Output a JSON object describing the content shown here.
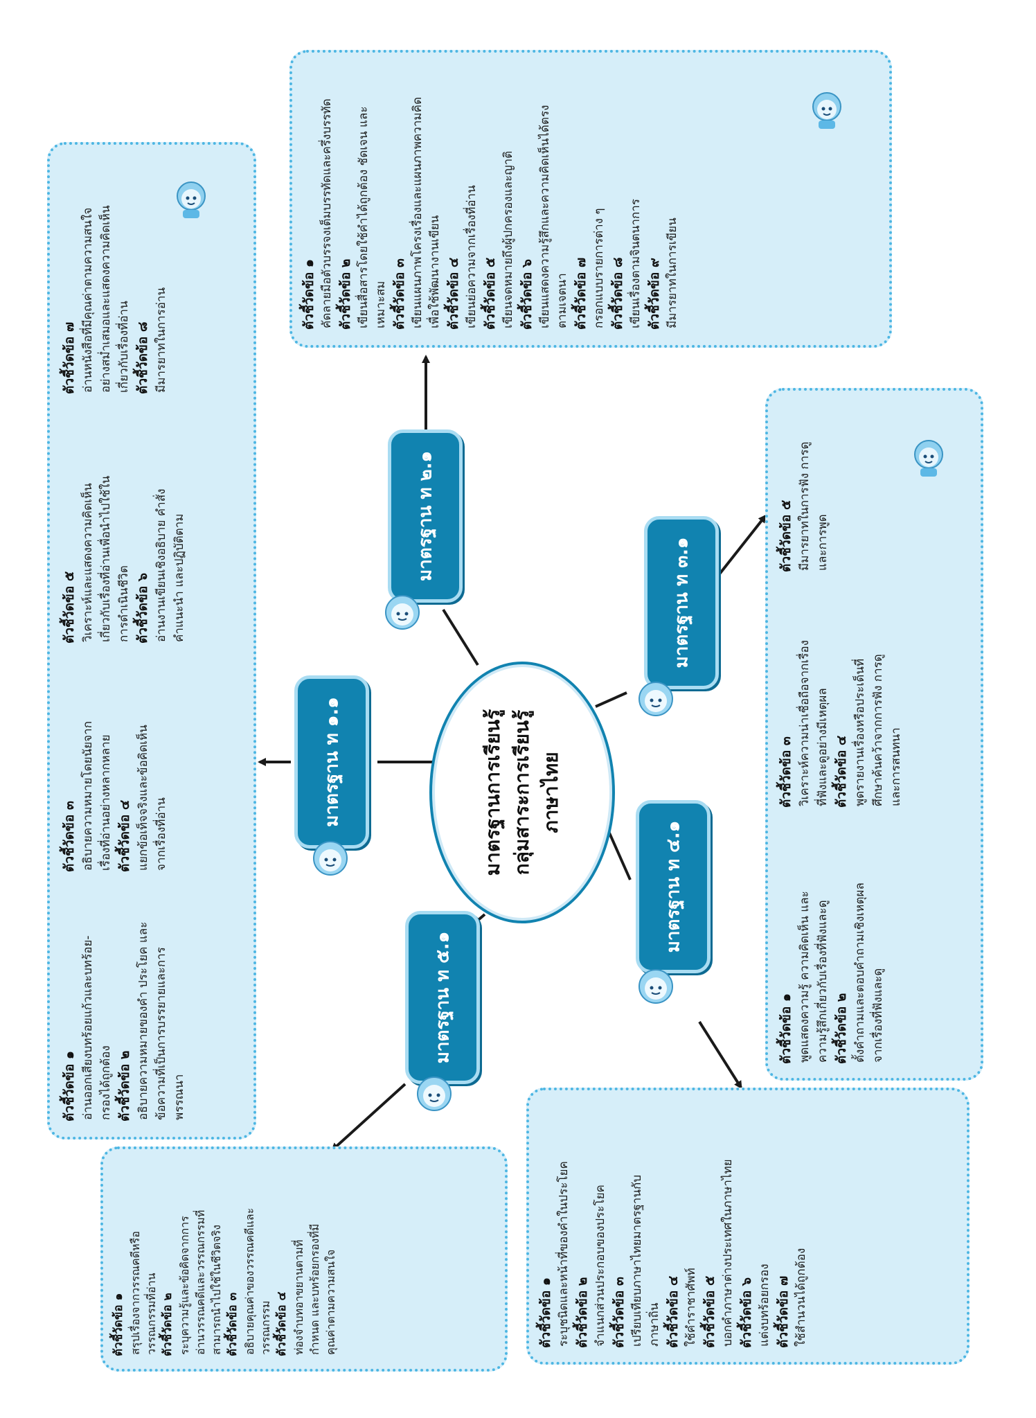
{
  "center": {
    "line1": "มาตรฐานการเรียนรู้",
    "line2": "กลุ่มสาระการเรียนรู้",
    "line3": "ภาษาไทย"
  },
  "standards": {
    "s11": "มาตรฐาน ท ๑.๑",
    "s21": "มาตรฐาน ท ๒.๑",
    "s31": "มาตรฐาน ท ๓.๑",
    "s41": "มาตรฐาน ท ๔.๑",
    "s51": "มาตรฐาน ท ๕.๑"
  },
  "box_s11": [
    {
      "label": "ตัวชี้วัดข้อ ๑",
      "text": [
        "อ่านออกเสียงบทร้อยแก้วและบทร้อย-",
        "กรองได้ถูกต้อง"
      ]
    },
    {
      "label": "ตัวชี้วัดข้อ ๒",
      "text": [
        "อธิบายความหมายของคำ ประโยค และ",
        "ข้อความที่เป็นการบรรยายและการ",
        "พรรณนา"
      ]
    },
    {
      "label": "ตัวชี้วัดข้อ ๓",
      "text": [
        "อธิบายความหมายโดยนัยจาก",
        "เรื่องที่อ่านอย่างหลากหลาย"
      ]
    },
    {
      "label": "ตัวชี้วัดข้อ ๔",
      "text": [
        "แยกข้อเท็จจริงและข้อคิดเห็น",
        "จากเรื่องที่อ่าน"
      ]
    },
    {
      "label": "ตัวชี้วัดข้อ ๕",
      "text": [
        "วิเคราะห์และแสดงความคิดเห็น",
        "เกี่ยวกับเรื่องที่อ่านเพื่อนำไปใช้ใน",
        "การดำเนินชีวิต"
      ]
    },
    {
      "label": "ตัวชี้วัดข้อ ๖",
      "text": [
        "อ่านงานเขียนเชิงอธิบาย คำสั่ง",
        "คำแนะนำ และปฏิบัติตาม"
      ]
    },
    {
      "label": "ตัวชี้วัดข้อ ๗",
      "text": [
        "อ่านหนังสือที่มีคุณค่าตามความสนใจ",
        "อย่างสม่ำเสมอและแสดงความคิดเห็น",
        "เกี่ยวกับเรื่องที่อ่าน"
      ]
    },
    {
      "label": "ตัวชี้วัดข้อ ๘",
      "text": [
        "มีมารยาทในการอ่าน"
      ]
    }
  ],
  "box_s21": [
    {
      "label": "ตัวชี้วัดข้อ ๑",
      "text": [
        "คัดลายมือตัวบรรจงเต็มบรรทัดและครึ่งบรรทัด"
      ]
    },
    {
      "label": "ตัวชี้วัดข้อ ๒",
      "text": [
        "เขียนสื่อสารโดยใช้คำได้ถูกต้อง ชัดเจน และ",
        "เหมาะสม"
      ]
    },
    {
      "label": "ตัวชี้วัดข้อ ๓",
      "text": [
        "เขียนแผนภาพโครงเรื่องและแผนภาพความคิด",
        "เพื่อใช้พัฒนางานเขียน"
      ]
    },
    {
      "label": "ตัวชี้วัดข้อ ๔",
      "text": [
        "เขียนย่อความจากเรื่องที่อ่าน"
      ]
    },
    {
      "label": "ตัวชี้วัดข้อ ๕",
      "text": [
        "เขียนจดหมายถึงผู้ปกครองและญาติ"
      ]
    },
    {
      "label": "ตัวชี้วัดข้อ ๖",
      "text": [
        "เขียนแสดงความรู้สึกและความคิดเห็นได้ตรง",
        "ตามเจตนา"
      ]
    },
    {
      "label": "ตัวชี้วัดข้อ ๗",
      "text": [
        "กรอกแบบรายการต่าง ๆ"
      ]
    },
    {
      "label": "ตัวชี้วัดข้อ ๘",
      "text": [
        "เขียนเรื่องตามจินตนาการ"
      ]
    },
    {
      "label": "ตัวชี้วัดข้อ ๙",
      "text": [
        "มีมารยาทในการเขียน"
      ]
    }
  ],
  "box_s31": [
    {
      "label": "ตัวชี้วัดข้อ ๑",
      "text": [
        "พูดแสดงความรู้ ความคิดเห็น และ",
        "ความรู้สึกเกี่ยวกับเรื่องที่ฟังและดู"
      ]
    },
    {
      "label": "ตัวชี้วัดข้อ ๒",
      "text": [
        "ตั้งคำถามและตอบคำถามเชิงเหตุผล",
        "จากเรื่องที่ฟังและดู"
      ]
    },
    {
      "label": "ตัวชี้วัดข้อ ๓",
      "text": [
        "วิเคราะห์ความน่าเชื่อถือจากเรื่อง",
        "ที่ฟังและดูอย่างมีเหตุผล"
      ]
    },
    {
      "label": "ตัวชี้วัดข้อ ๔",
      "text": [
        "พูดรายงานเรื่องหรือประเด็นที่",
        "ศึกษาค้นคว้าจากการฟัง การดู",
        "และการสนทนา"
      ]
    },
    {
      "label": "ตัวชี้วัดข้อ ๕",
      "text": [
        "มีมารยาทในการฟัง การดู",
        "และการพูด"
      ]
    }
  ],
  "box_s41": [
    {
      "label": "ตัวชี้วัดข้อ ๑",
      "text": [
        "ระบุชนิดและหน้าที่ของคำในประโยค"
      ]
    },
    {
      "label": "ตัวชี้วัดข้อ ๒",
      "text": [
        "จำแนกส่วนประกอบของประโยค"
      ]
    },
    {
      "label": "ตัวชี้วัดข้อ ๓",
      "text": [
        "เปรียบเทียบภาษาไทยมาตรฐานกับ",
        "ภาษาถิ่น"
      ]
    },
    {
      "label": "ตัวชี้วัดข้อ ๔",
      "text": [
        "ใช้คำราชาศัพท์"
      ]
    },
    {
      "label": "ตัวชี้วัดข้อ ๕",
      "text": [
        "บอกคำภาษาต่างประเทศในภาษาไทย"
      ]
    },
    {
      "label": "ตัวชี้วัดข้อ ๖",
      "text": [
        "แต่งบทร้อยกรอง"
      ]
    },
    {
      "label": "ตัวชี้วัดข้อ ๗",
      "text": [
        "ใช้สำนวนได้ถูกต้อง"
      ]
    }
  ],
  "box_s51": [
    {
      "label": "ตัวชี้วัดข้อ ๑",
      "text": [
        "สรุปเรื่องจากวรรณคดีหรือ",
        "วรรณกรรมที่อ่าน"
      ]
    },
    {
      "label": "ตัวชี้วัดข้อ ๒",
      "text": [
        "ระบุความรู้และข้อคิดจากการ",
        "อ่านวรรณคดีและวรรณกรรมที่",
        "สามารถนำไปใช้ในชีวิตจริง"
      ]
    },
    {
      "label": "ตัวชี้วัดข้อ ๓",
      "text": [
        "อธิบายคุณค่าของวรรณคดีและ",
        "วรรณกรรม"
      ]
    },
    {
      "label": "ตัวชี้วัดข้อ ๔",
      "text": [
        "ท่องจำบทอาขยานตามที่",
        "กำหนด และบทร้อยกรองที่มี",
        "คุณค่าตามความสนใจ"
      ]
    }
  ],
  "colors": {
    "box_fill": "#d6eef9",
    "box_border": "#4db6e3",
    "pill_fill": "#1183b0",
    "pill_border": "#a9dcf2",
    "arrow": "#1a1a1a"
  },
  "icons": [
    "cartoon-boy-avatar-icon",
    "cartoon-face-icon"
  ]
}
